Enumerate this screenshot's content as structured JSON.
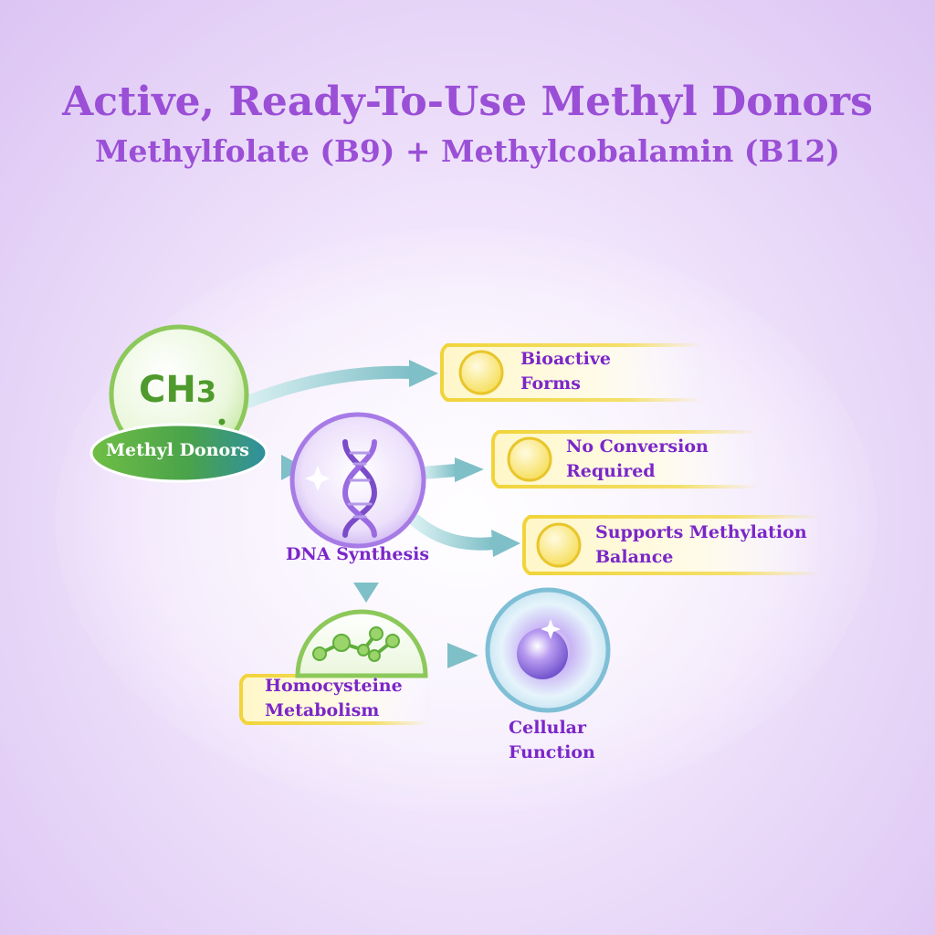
{
  "title": "Active, Ready-To-Use Methyl Donors",
  "subtitle": "Methylfolate (B9) + Methylcobalamin (B12)",
  "nodes": {
    "ch3": {
      "text": "CH3"
    },
    "methyl_donors": {
      "label": "Methyl Donors"
    },
    "dna": {
      "label": "DNA Synthesis",
      "icon": "dna-icon"
    },
    "homocysteine": {
      "line1": "Homocysteine",
      "line2": "Metabolism",
      "icon": "molecule-icon"
    },
    "cellular": {
      "line1": "Cellular",
      "line2": "Function",
      "icon": "cell-icon"
    }
  },
  "benefits": [
    {
      "line1": "Bioactive",
      "line2": "Forms"
    },
    {
      "line1": "No Conversion",
      "line2": "Required"
    },
    {
      "line1": "Supports Methylation",
      "line2": "Balance"
    }
  ],
  "colors": {
    "title": "#9a4fd6",
    "label": "#7b26c9",
    "arrow": "#8fc9cf",
    "green": "#7cc24a",
    "gold": "#f1d43a"
  }
}
